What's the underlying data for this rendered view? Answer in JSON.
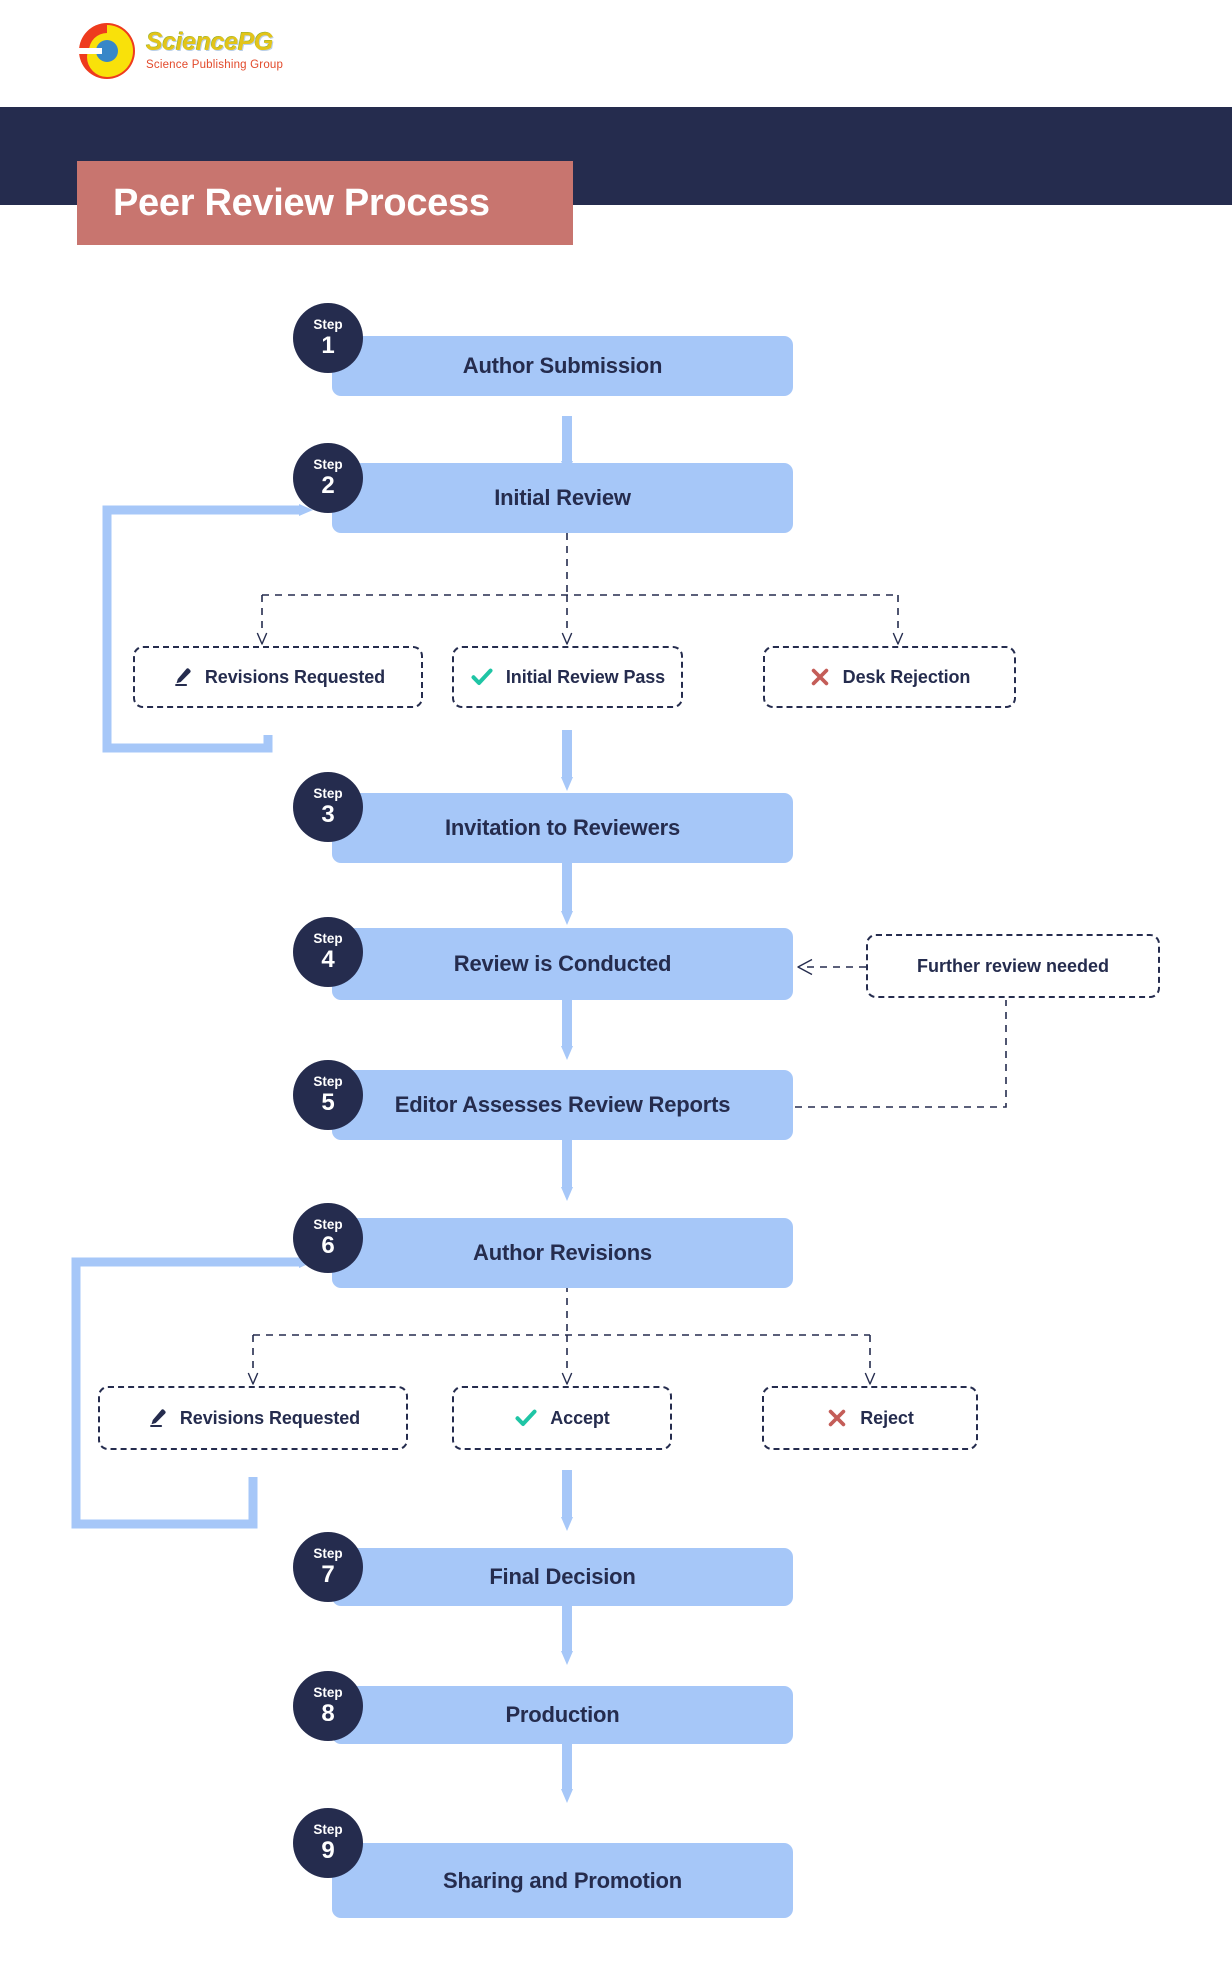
{
  "brand": {
    "logo_icon": "sciencepg-circle-logo",
    "name": "SciencePG",
    "tagline": "Science Publishing Group"
  },
  "header": {
    "title": "Peer Review Process",
    "band_color": "#252c4e",
    "banner_color": "#c8756f"
  },
  "palette": {
    "step_box": "#a6c7f8",
    "step_badge": "#252c4e",
    "accent_text": "#252c4e",
    "check_green": "#1fc5a5",
    "reject_red": "#c45d58",
    "arrow_blue": "#a6c7f8"
  },
  "flow": {
    "step_label": "Step",
    "steps": [
      {
        "n": "1",
        "label": "Author Submission"
      },
      {
        "n": "2",
        "label": "Initial Review"
      },
      {
        "n": "3",
        "label": "Invitation to Reviewers"
      },
      {
        "n": "4",
        "label": "Review is Conducted"
      },
      {
        "n": "5",
        "label": "Editor Assesses Review Reports"
      },
      {
        "n": "6",
        "label": "Author Revisions"
      },
      {
        "n": "7",
        "label": "Final Decision"
      },
      {
        "n": "8",
        "label": "Production"
      },
      {
        "n": "9",
        "label": "Sharing and Promotion"
      }
    ],
    "decisions_after_initial_review": [
      {
        "label": "Revisions Requested",
        "icon": "pencil-icon"
      },
      {
        "label": "Initial Review Pass",
        "icon": "check-icon"
      },
      {
        "label": "Desk Rejection",
        "icon": "cross-icon"
      }
    ],
    "decisions_after_author_revisions": [
      {
        "label": "Revisions Requested",
        "icon": "pencil-icon"
      },
      {
        "label": "Accept",
        "icon": "check-icon"
      },
      {
        "label": "Reject",
        "icon": "cross-icon"
      }
    ],
    "side_note": {
      "label": "Further review needed"
    }
  }
}
